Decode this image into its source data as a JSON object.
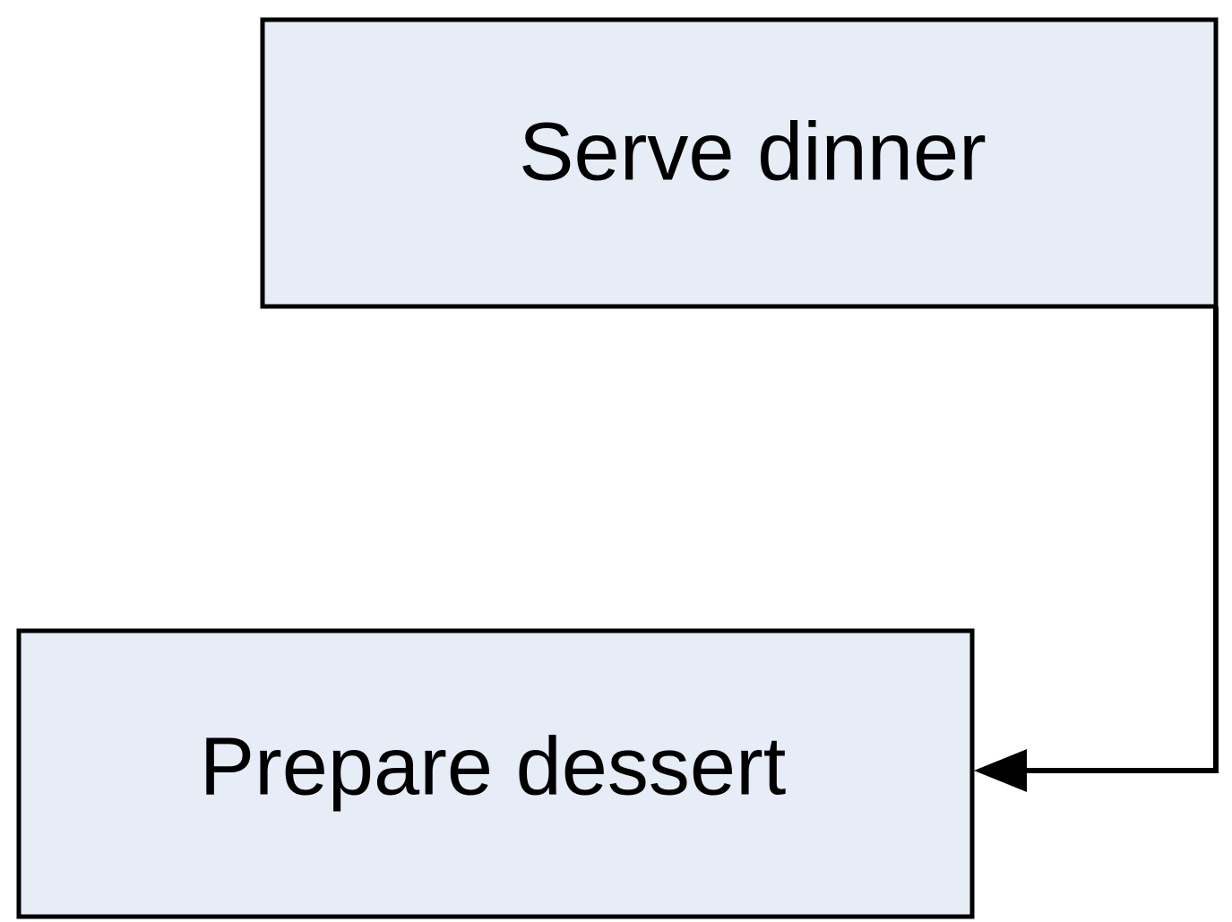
{
  "diagram": {
    "nodes": [
      {
        "id": "serve_dinner",
        "label": "Serve dinner"
      },
      {
        "id": "prepare_dessert",
        "label": "Prepare dessert"
      }
    ],
    "edges": [
      {
        "from": "serve_dinner",
        "to": "prepare_dessert",
        "arrow": "end"
      }
    ]
  },
  "colors": {
    "node_fill": "#e6edf7",
    "node_stroke": "#000000",
    "edge": "#000000",
    "text": "#000000"
  }
}
